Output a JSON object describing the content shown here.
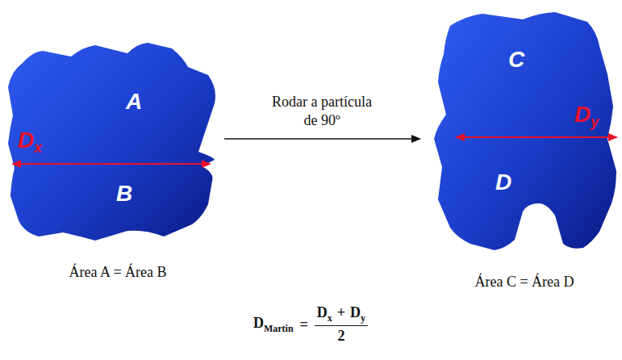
{
  "diagram": {
    "nodes": [
      {
        "text": [
          "A",
          "B"
        ]
      },
      {
        "text": [
          "C",
          "D"
        ]
      }
    ],
    "edges": [
      {
        "from": 0,
        "to": 1,
        "arrow": "to",
        "label": "Rodar a partícula de 90º"
      }
    ],
    "labels": [
      "D",
      "x",
      "D",
      "y",
      "Área A = Área B",
      "Área C = Área D",
      "D",
      "Martin",
      "=",
      "D",
      "x",
      "+",
      "D",
      "y",
      "2"
    ]
  }
}
